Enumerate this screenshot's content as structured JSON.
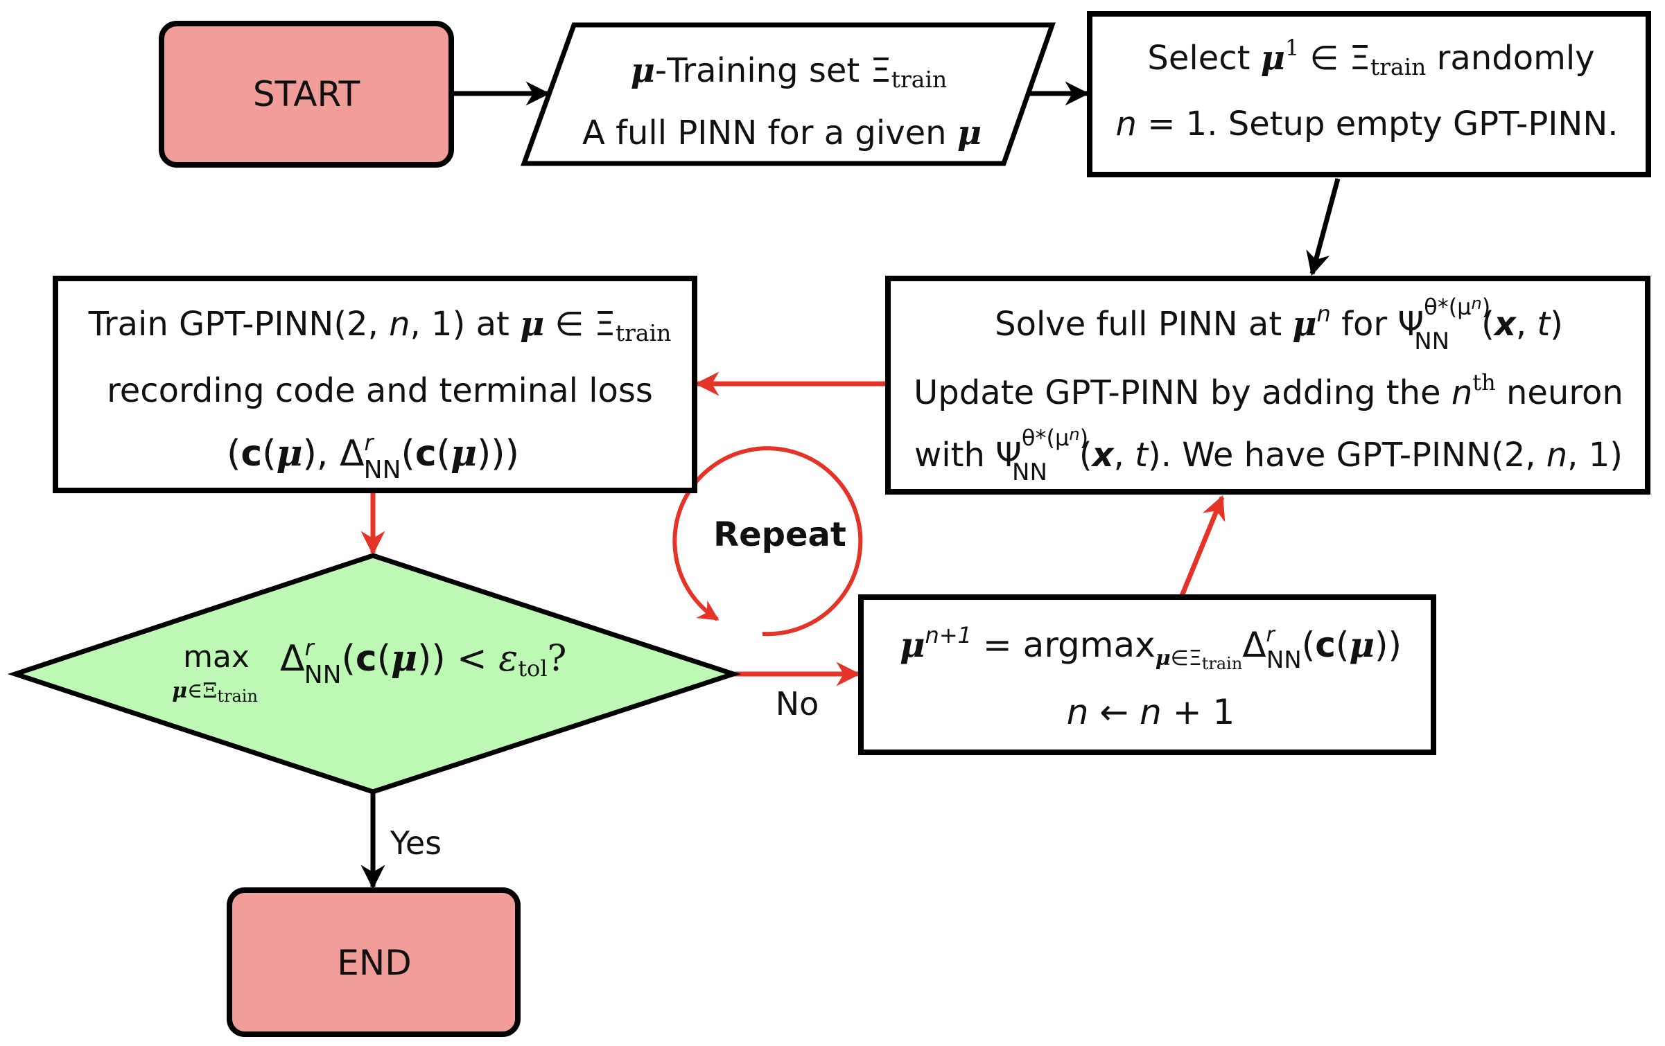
{
  "colors": {
    "terminal_fill": "#F19E9A",
    "decision_fill": "#BDF8B4",
    "stroke": "#000000",
    "loop_arrow": "#E63327",
    "text": "#111111"
  },
  "nodes": {
    "start": {
      "label": "START"
    },
    "training_set": {
      "line1": {
        "mu": "μ",
        "main": "-Training set Ξ",
        "sub": "train"
      },
      "line2": {
        "main": "A full PINN for a given ",
        "mu": "μ"
      }
    },
    "select": {
      "line1": {
        "pre": "Select ",
        "mu": "μ",
        "sup": "1",
        "mid": " ∈ Ξ",
        "sub": "train",
        "post": " randomly"
      },
      "line2": {
        "n": "n",
        "text": " = 1.  Setup empty GPT-PINN."
      }
    },
    "solve": {
      "line1": {
        "pre": "Solve full PINN at ",
        "mu": "μ",
        "sup_n": "n",
        "mid": " for Ψ",
        "sup": "θ*(μ",
        "sup_n2": "n",
        "sup_close": ")",
        "sub": "NN",
        "args_open": "(",
        "x": "x",
        "comma": ", ",
        "t": "t",
        "args_close": ")"
      },
      "line2": {
        "pre": "Update GPT-PINN by adding the ",
        "n": "n",
        "sup": "th",
        "post": " neuron"
      },
      "line3": {
        "pre": "with Ψ",
        "sup": "θ*(μ",
        "sup_n": "n",
        "sup_close": ")",
        "sub": "NN",
        "args_open": "(",
        "x": "x",
        "comma": ", ",
        "t": "t",
        "args_close": ").",
        "post": "  We have GPT-PINN(2, ",
        "n": "n",
        "tail": ", 1)"
      }
    },
    "train": {
      "line1": {
        "pre": "Train GPT-PINN(2, ",
        "n": "n",
        "mid": ", 1) at ",
        "mu": "μ",
        "set": " ∈ Ξ",
        "sub": "train"
      },
      "line2": {
        "text": "recording code and terminal loss"
      },
      "line3": {
        "open": "(",
        "c": "c",
        "p1": "(",
        "mu": "μ",
        "p2": "), Δ",
        "sup": "r",
        "sub": "NN",
        "p3": "(",
        "c2": "c",
        "p4": "(",
        "mu2": "μ",
        "p5": ")))"
      }
    },
    "decision": {
      "max": "max",
      "max_sub": {
        "mu": "μ",
        "text": "∈Ξ",
        "sub": "train"
      },
      "expr": {
        "delta": "Δ",
        "sup": "r",
        "sub": "NN",
        "open": "(",
        "c": "c",
        "p1": "(",
        "mu": "μ",
        "p2": ")) < ",
        "eps": "ε",
        "eps_sub": "tol",
        "q": "?"
      }
    },
    "argmax": {
      "line1": {
        "mu": "μ",
        "sup": "n+1",
        "eq": " = argmax",
        "sub_mu": "μ",
        "sub": "∈Ξ",
        "sub_sub": "train",
        "delta": "Δ",
        "d_sup": "r",
        "d_sub": "NN",
        "open": "(",
        "c": "c",
        "p1": "(",
        "mu2": "μ",
        "p2": "))"
      },
      "line2": {
        "n": "n",
        "arrow": " ← ",
        "n2": "n",
        "post": " + 1"
      }
    },
    "end": {
      "label": "END"
    }
  },
  "edges": {
    "no_label": "No",
    "yes_label": "Yes",
    "repeat_label": "Repeat"
  }
}
